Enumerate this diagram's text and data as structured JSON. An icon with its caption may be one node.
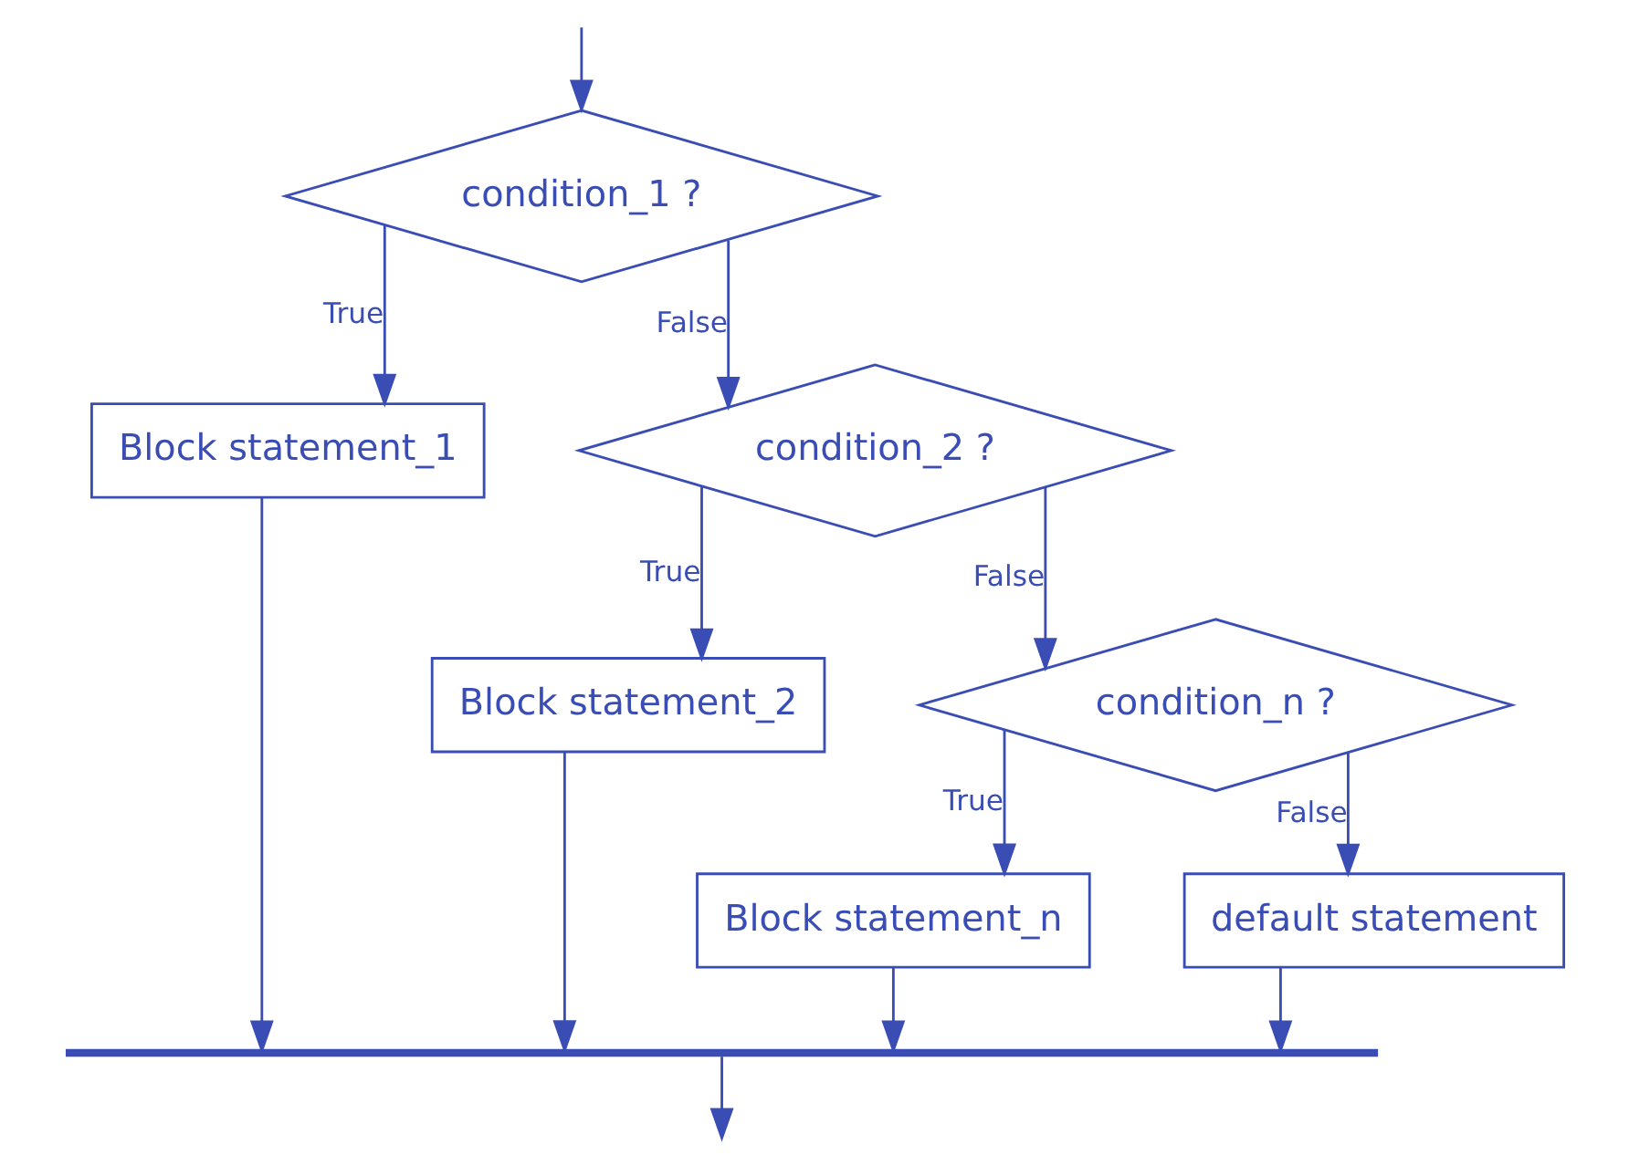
{
  "diagram": {
    "nodes": [
      {
        "text": [
          "condition_1 ?"
        ]
      },
      {
        "text": [
          "Block statement_1"
        ]
      },
      {
        "text": [
          "condition_2 ?"
        ]
      },
      {
        "text": [
          "Block statement_2"
        ]
      },
      {
        "text": [
          "condition_n ?"
        ]
      },
      {
        "text": [
          "Block statement_n"
        ]
      },
      {
        "text": [
          "default statement"
        ]
      },
      {
        "text": [],
        "shape": "bar"
      }
    ],
    "edges": [
      {
        "from": null,
        "to": 0,
        "arrow": "to"
      },
      {
        "from": 0,
        "to": 1,
        "arrow": "to",
        "label": "True"
      },
      {
        "from": 0,
        "to": 2,
        "arrow": "to",
        "label": "False"
      },
      {
        "from": 2,
        "to": 3,
        "arrow": "to",
        "label": "True"
      },
      {
        "from": 2,
        "to": 4,
        "arrow": "to",
        "label": "False"
      },
      {
        "from": 4,
        "to": 5,
        "arrow": "to",
        "label": "True"
      },
      {
        "from": 4,
        "to": 6,
        "arrow": "to",
        "label": "False"
      },
      {
        "from": 1,
        "to": 7,
        "arrow": "to"
      },
      {
        "from": 3,
        "to": 7,
        "arrow": "to"
      },
      {
        "from": 5,
        "to": 7,
        "arrow": "to"
      },
      {
        "from": 6,
        "to": 7,
        "arrow": "to"
      },
      {
        "from": 7,
        "to": null,
        "arrow": "to"
      }
    ]
  }
}
